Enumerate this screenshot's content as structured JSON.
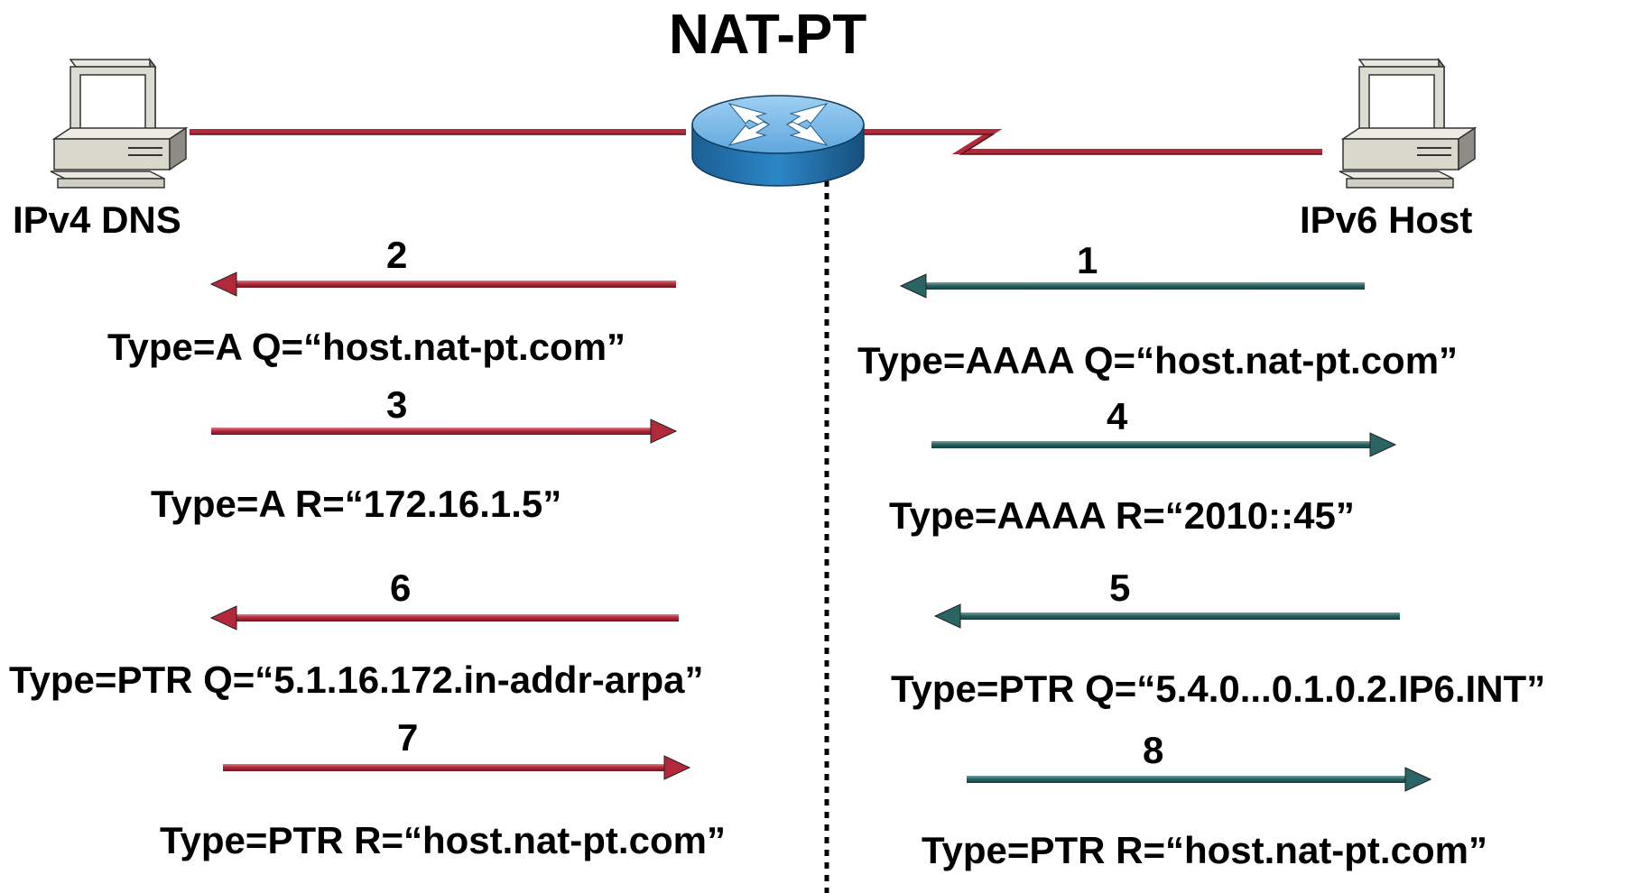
{
  "title": "NAT-PT",
  "colors": {
    "ipv4_arrow": "#b22a3a",
    "ipv6_arrow": "#2b6465",
    "router_top": "#6fb4e8",
    "router_side": "#1f6ea8",
    "divider": "#000000"
  },
  "nodes": {
    "ipv4_dns": {
      "label": "IPv4 DNS",
      "icon": "computer-icon"
    },
    "ipv6_host": {
      "label": "IPv6 Host",
      "icon": "computer-icon"
    },
    "nat_pt": {
      "icon": "router-icon"
    }
  },
  "messages": [
    {
      "step": "1",
      "text": "Type=AAAA Q=“host.nat-pt.com”",
      "side": "ipv6",
      "direction": "left"
    },
    {
      "step": "2",
      "text": "Type=A Q=“host.nat-pt.com”",
      "side": "ipv4",
      "direction": "left"
    },
    {
      "step": "3",
      "text": "Type=A R=“172.16.1.5”",
      "side": "ipv4",
      "direction": "right"
    },
    {
      "step": "4",
      "text": "Type=AAAA R=“2010::45”",
      "side": "ipv6",
      "direction": "right"
    },
    {
      "step": "5",
      "text": "Type=PTR Q=“5.4.0...0.1.0.2.IP6.INT”",
      "side": "ipv6",
      "direction": "left"
    },
    {
      "step": "6",
      "text": "Type=PTR Q=“5.1.16.172.in-addr-arpa”",
      "side": "ipv4",
      "direction": "left"
    },
    {
      "step": "7",
      "text": "Type=PTR R=“host.nat-pt.com”",
      "side": "ipv4",
      "direction": "right"
    },
    {
      "step": "8",
      "text": "Type=PTR R=“host.nat-pt.com”",
      "side": "ipv6",
      "direction": "right"
    }
  ]
}
